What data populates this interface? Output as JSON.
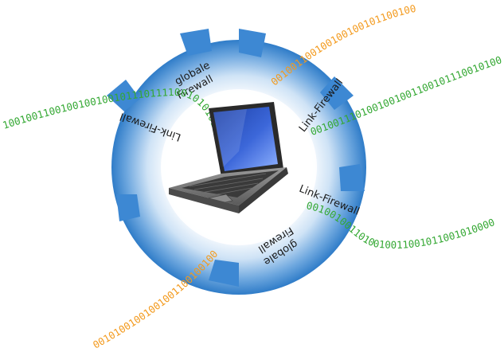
{
  "diagram": {
    "colors": {
      "ring_outer": "#3a86d0",
      "ring_inner": "#ffffff",
      "tab": "#4a90d6",
      "bits_orange": "#f39a1d",
      "bits_green": "#34a833",
      "label_text": "#1a1a1a"
    },
    "segments": [
      {
        "label_line1": "globale",
        "label_line2": "Firewall"
      },
      {
        "label_line1": "Link-Firewall",
        "label_line2": ""
      },
      {
        "label_line1": "Link-Firewall",
        "label_line2": ""
      },
      {
        "label_line1": "globale",
        "label_line2": "Firewall"
      },
      {
        "label_line1": "Link-Firewall",
        "label_line2": ""
      }
    ],
    "bitstreams": {
      "top_right_orange": "0010011001001001001011001001110",
      "left_green": "1001001100100100100101110111100101010101",
      "right_upper_green": "00100111010010010011001011100101001",
      "right_lower_green": "0010010011010010011001011001010000",
      "bottom_orange": "001010010010010011001001001110001"
    },
    "center_icon": "laptop-icon"
  }
}
